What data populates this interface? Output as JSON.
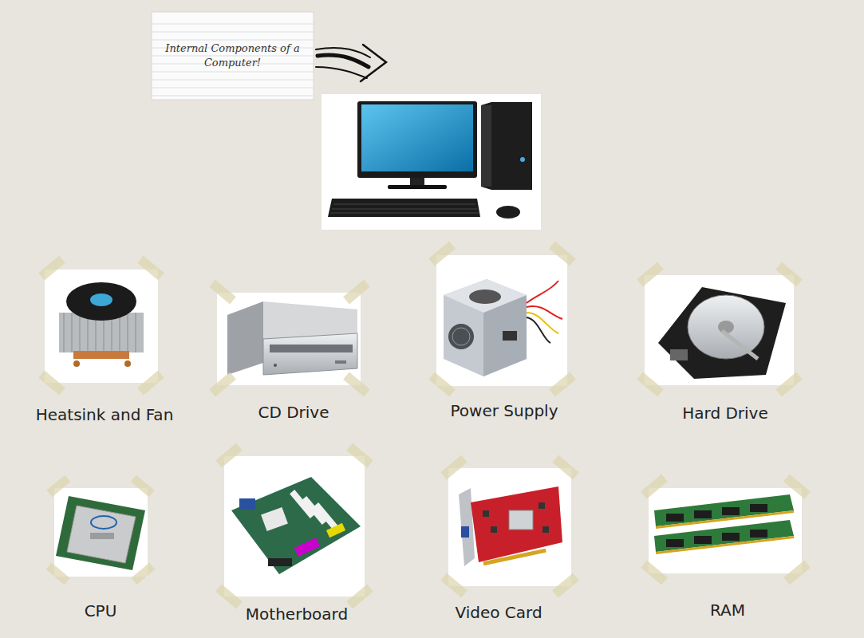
{
  "diagram": {
    "title": "Internal Components of a Computer!",
    "labels": [
      "Heatsink and Fan",
      "CD Drive",
      "Power Supply",
      "Hard Drive",
      "CPU",
      "Motherboard",
      "Video Card",
      "RAM"
    ]
  }
}
